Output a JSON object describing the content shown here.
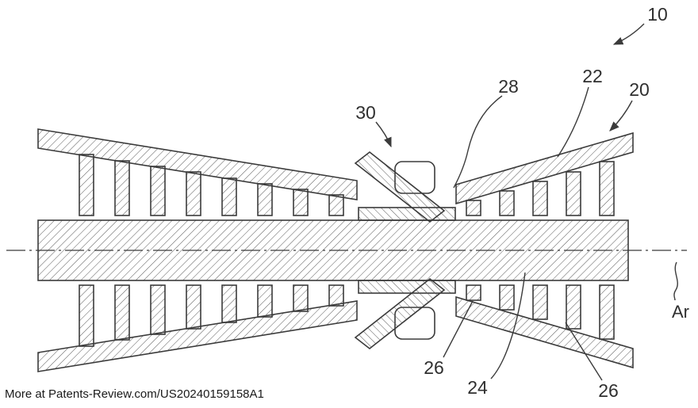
{
  "figure": {
    "reference_labels": {
      "ref_10": "10",
      "ref_20": "20",
      "ref_22": "22",
      "ref_24": "24",
      "ref_26_left": "26",
      "ref_26_right": "26",
      "ref_28": "28",
      "ref_30": "30",
      "axis_label": "Ar"
    },
    "colors": {
      "line": "#3b3b3b",
      "background": "#ffffff"
    }
  },
  "footer": {
    "watermark": "More at Patents-Review.com/US20240159158A1"
  }
}
